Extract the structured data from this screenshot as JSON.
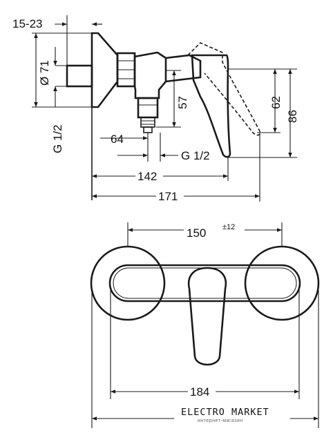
{
  "side_view": {
    "dim_15_23": "15-23",
    "dim_dia71": "Ø 71",
    "dim_g12_left": "G 1/2",
    "dim_64": "64",
    "dim_g12_right": "G 1/2",
    "dim_57": "57",
    "dim_62": "62",
    "dim_86": "86",
    "dim_142": "142",
    "dim_171": "171"
  },
  "top_view": {
    "dim_150": "150",
    "dim_tol": "±12",
    "dim_184": "184"
  },
  "watermark": {
    "title": "ELECTRO MARKET",
    "subtitle": "интернет-магазин"
  }
}
